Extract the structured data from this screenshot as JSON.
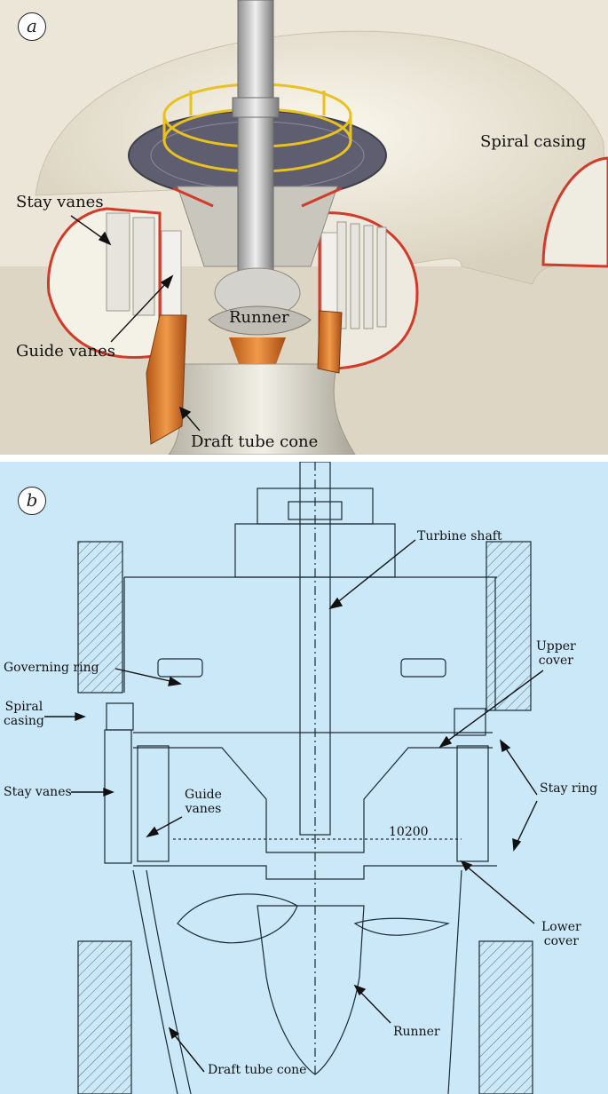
{
  "panel_a": {
    "tag": "a",
    "labels": {
      "spiral_casing": "Spiral casing",
      "stay_vanes": "Stay vanes",
      "guide_vanes": "Guide vanes",
      "runner": "Runner",
      "draft_tube_cone": "Draft tube cone"
    }
  },
  "panel_b": {
    "tag": "b",
    "labels": {
      "turbine_shaft": "Turbine shaft",
      "upper_cover": "Upper\ncover",
      "governing_ring": "Governing ring",
      "spiral_casing": "Spiral\ncasing",
      "stay_vanes": "Stay vanes",
      "guide_vanes": "Guide\nvanes",
      "stay_ring": "Stay ring",
      "dimension": "10200",
      "lower_cover": "Lower\ncover",
      "runner": "Runner",
      "draft_tube_cone": "Draft tube cone"
    }
  },
  "colors": {
    "panel_a_background": "#ece6d8",
    "panel_b_background": "#cbe8f8",
    "casing_outline": "#d23a2a",
    "runner_orange": "#d9772a",
    "railing_yellow": "#e9c21f"
  }
}
